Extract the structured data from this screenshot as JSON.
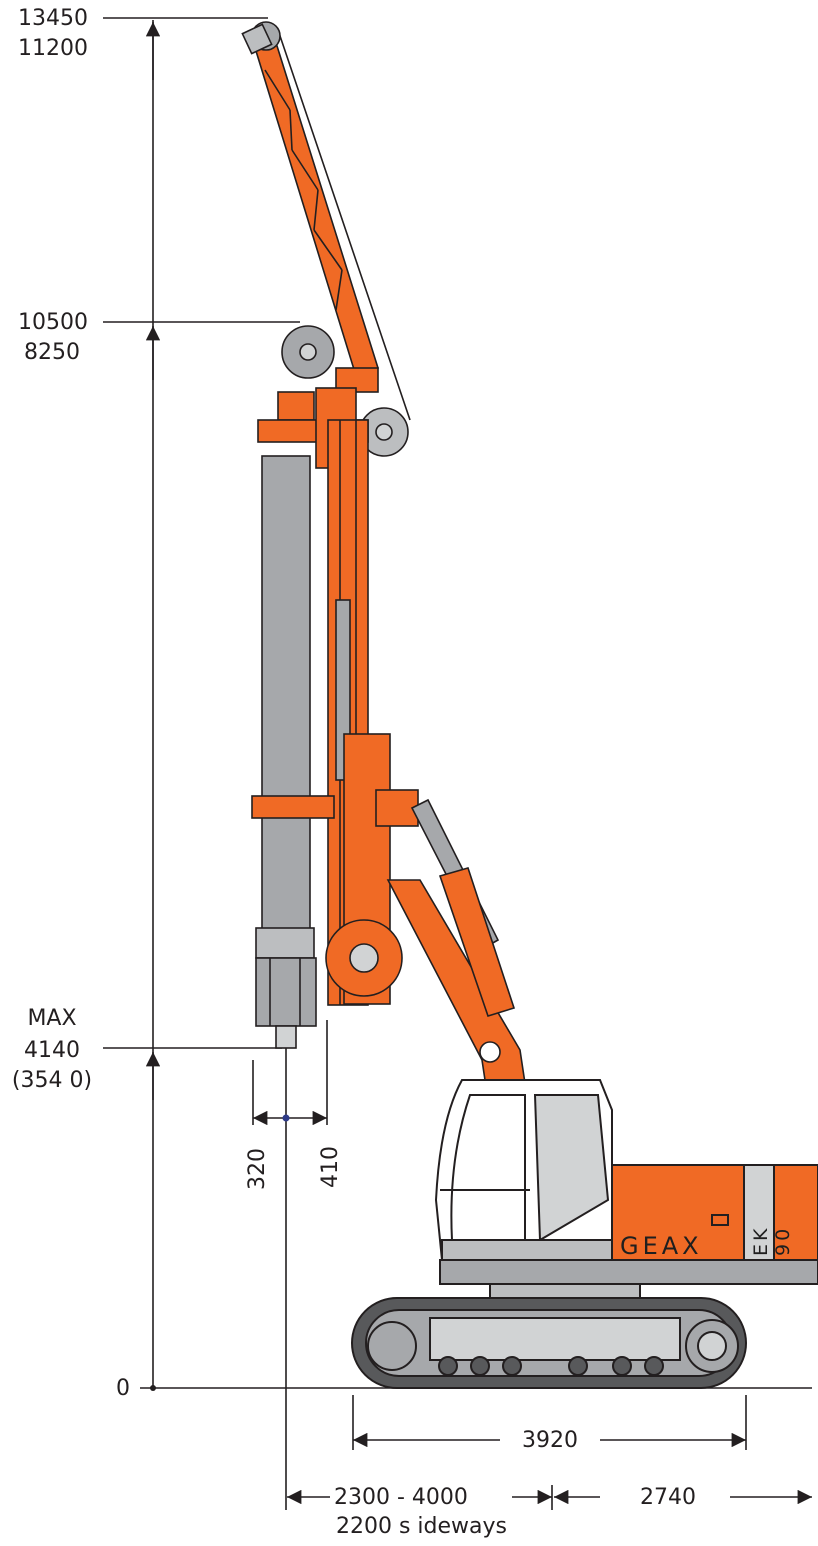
{
  "colors": {
    "machine_orange": "#f06a25",
    "steel_grey": "#a6a8ab",
    "light_grey": "#d1d3d4",
    "outline": "#231f20",
    "text": "#231f20"
  },
  "heights": {
    "top_max": "13450",
    "top_min": "11200",
    "mid_max": "10500",
    "mid_min": "8250",
    "tool_max": "MAX",
    "tool_value": "4140",
    "tool_alt": "(354 0)",
    "ground": "0"
  },
  "offsets": {
    "left": "320",
    "right": "410"
  },
  "widths": {
    "track_length": "3920",
    "reach": "2300  -  4000",
    "reach_sideways": "2200 s ideways",
    "tail": "2740"
  },
  "machine": {
    "brand": "GEAX",
    "model": "EK 90"
  }
}
